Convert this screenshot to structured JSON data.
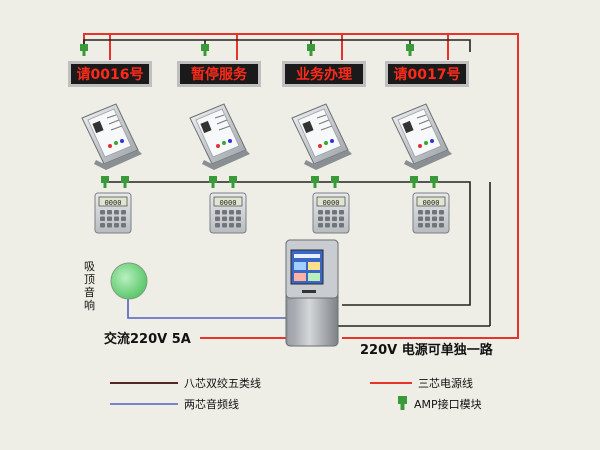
{
  "displays": [
    {
      "text": "请0016号"
    },
    {
      "text": "暂停服务"
    },
    {
      "text": "业务办理"
    },
    {
      "text": "请0017号"
    }
  ],
  "keypad_screen_text": "0000",
  "speaker_label": "吸顶音响",
  "power_left_label": "交流220V  5A",
  "power_right_label": "220V  电源可单独一路",
  "legend": {
    "eight_core_cable": "八芯双绞五类线",
    "two_core_audio": "两芯音频线",
    "three_core_power": "三芯电源线",
    "amp_module": "AMP接口模块"
  },
  "colors": {
    "power_line": "#e8332a",
    "network_line": "#222222",
    "audio_line": "#5060c0",
    "amp_green": "#3a9a3a",
    "led_text": "#ff2a1a",
    "led_bg": "#1a1a1a"
  }
}
